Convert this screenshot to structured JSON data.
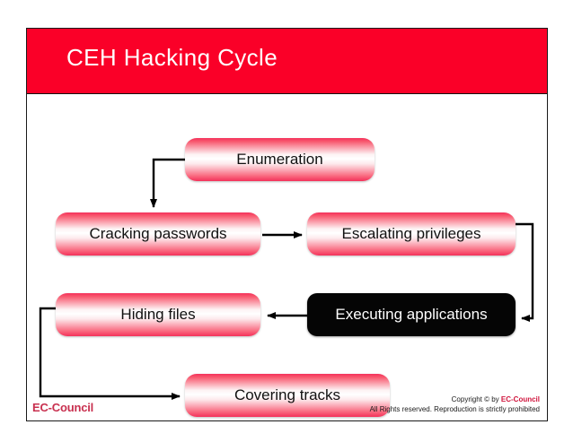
{
  "slide": {
    "title": "CEH Hacking Cycle",
    "title_bar_color": "#FA0028",
    "background_color": "#FFFFFF",
    "border_color": "#1A1A1A"
  },
  "diagram": {
    "type": "flow-cycle",
    "nodes": [
      {
        "id": "enumeration",
        "label": "Enumeration",
        "style": "red-gradient",
        "text_color": "#111111"
      },
      {
        "id": "cracking-passwords",
        "label": "Cracking passwords",
        "style": "red-gradient",
        "text_color": "#111111"
      },
      {
        "id": "escalating-privileges",
        "label": "Escalating privileges",
        "style": "red-gradient",
        "text_color": "#111111"
      },
      {
        "id": "hiding-files",
        "label": "Hiding files",
        "style": "red-gradient",
        "text_color": "#111111"
      },
      {
        "id": "executing-applications",
        "label": "Executing applications",
        "style": "black-solid",
        "text_color": "#FFFFFF"
      },
      {
        "id": "covering-tracks",
        "label": "Covering tracks",
        "style": "red-gradient",
        "text_color": "#111111"
      }
    ],
    "edges": [
      {
        "from": "enumeration",
        "to": "cracking-passwords"
      },
      {
        "from": "cracking-passwords",
        "to": "escalating-privileges"
      },
      {
        "from": "escalating-privileges",
        "to": "executing-applications"
      },
      {
        "from": "executing-applications",
        "to": "hiding-files"
      },
      {
        "from": "hiding-files",
        "to": "covering-tracks"
      }
    ],
    "connector_color": "#000000"
  },
  "footer": {
    "logo": "EC-Council",
    "logo_color": "#C8304F",
    "copyright_prefix": "Copyright © by ",
    "copyright_brand": "EC-Council",
    "rights": "All Rights reserved. Reproduction is strictly prohibited"
  }
}
